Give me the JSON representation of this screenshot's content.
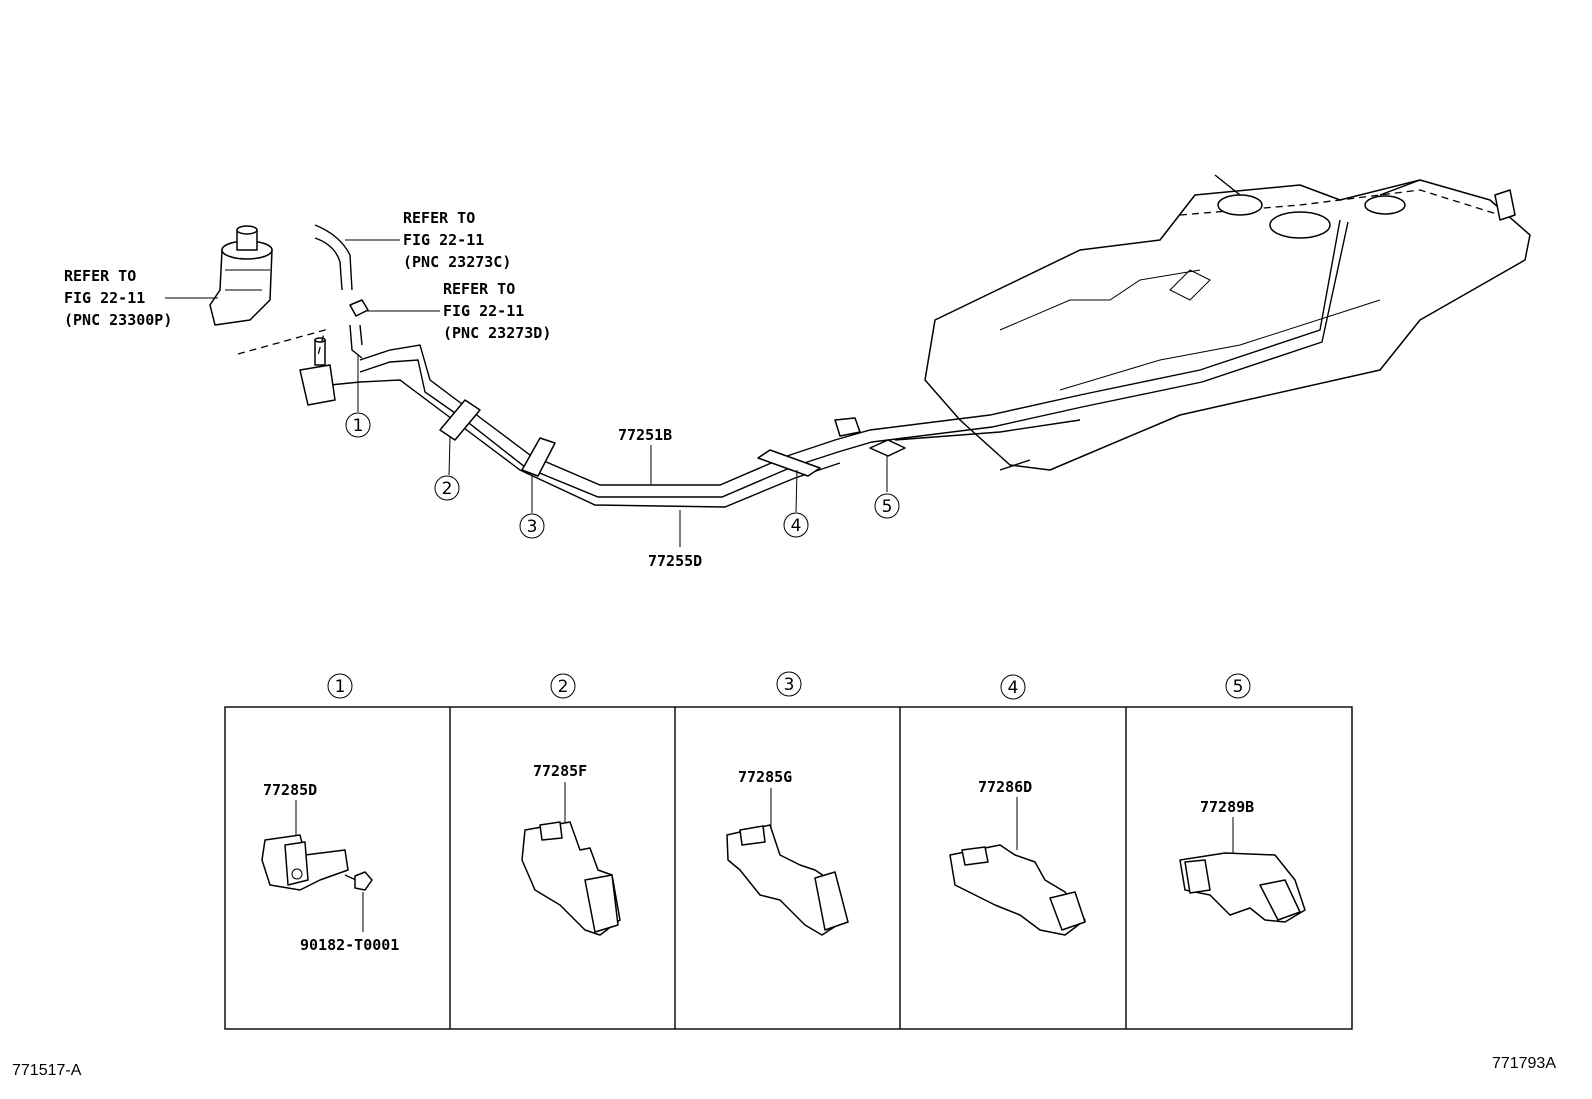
{
  "refs": [
    {
      "line1": "REFER TO",
      "line2": "FIG 22-11",
      "line3": "(PNC 23300P)"
    },
    {
      "line1": "REFER TO",
      "line2": "FIG 22-11",
      "line3": "(PNC 23273C)"
    },
    {
      "line1": "REFER TO",
      "line2": "FIG 22-11",
      "line3": "(PNC 23273D)"
    }
  ],
  "line_parts": {
    "upper": "77251B",
    "lower": "77255D"
  },
  "callouts": [
    "①",
    "②",
    "③",
    "④",
    "⑤"
  ],
  "panels": [
    {
      "marker": "①",
      "part": "77285D",
      "extra": "90182-T0001"
    },
    {
      "marker": "②",
      "part": "77285F"
    },
    {
      "marker": "③",
      "part": "77285G"
    },
    {
      "marker": "④",
      "part": "77286D"
    },
    {
      "marker": "⑤",
      "part": "77289B"
    }
  ],
  "footer": {
    "left": "771517-A",
    "right": "771793A"
  }
}
